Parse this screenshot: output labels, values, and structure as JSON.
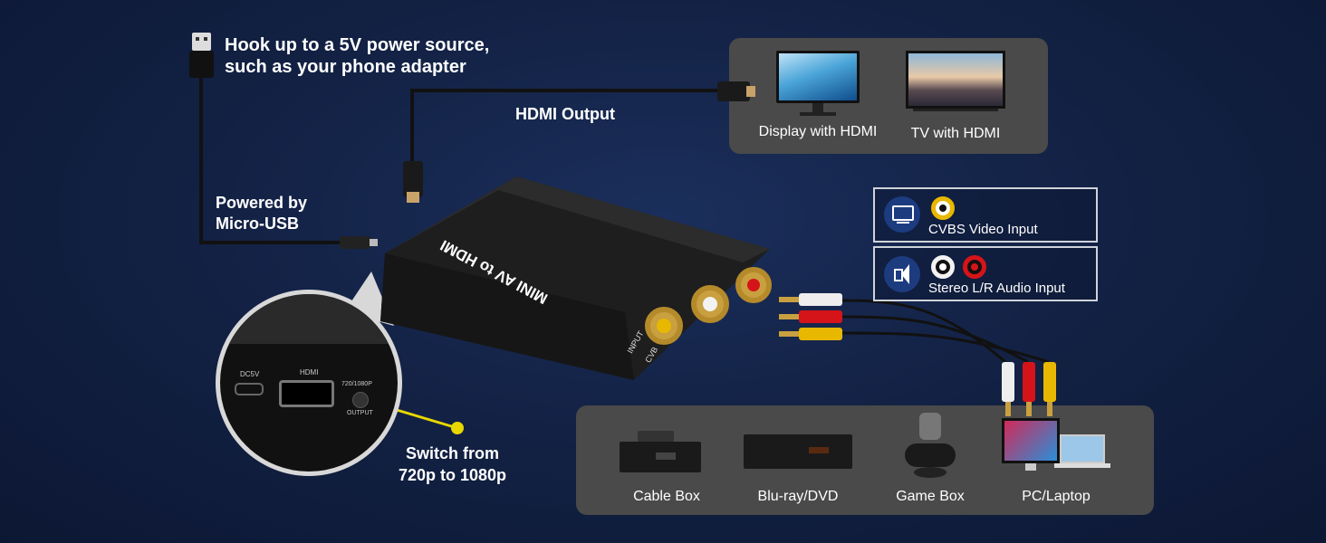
{
  "power": {
    "line1": "Hook up to a 5V power source,",
    "line2": "such as your phone adapter"
  },
  "micro_usb": {
    "line1": "Powered by",
    "line2": "Micro-USB"
  },
  "hdmi_output_label": "HDMI Output",
  "outputs": {
    "display_label": "Display with HDMI",
    "tv_label": "TV with HDMI"
  },
  "inputs": {
    "cvbs_label": "CVBS Video Input",
    "audio_label": "Stereo L/R Audio Input"
  },
  "device": {
    "brand_text": "MINI AV to HDMI",
    "input_text": "INPUT",
    "cvbs_text": "CVB",
    "dc_text": "DC5V",
    "hdmi_text": "HDMI",
    "res_text": "720/1080P",
    "output_text": "OUTPUT"
  },
  "switch": {
    "line1": "Switch from",
    "line2": "720p to 1080p"
  },
  "sources": {
    "cable_box": "Cable Box",
    "bluray": "Blu-ray/DVD",
    "game_box": "Game Box",
    "pc": "PC/Laptop"
  },
  "colors": {
    "yellow_rca": "#e8b800",
    "red_rca": "#d5141a",
    "white_rca": "#f2f2f2",
    "panel_gray": "#4a4a4a",
    "icon_blue": "#1d3c80"
  }
}
